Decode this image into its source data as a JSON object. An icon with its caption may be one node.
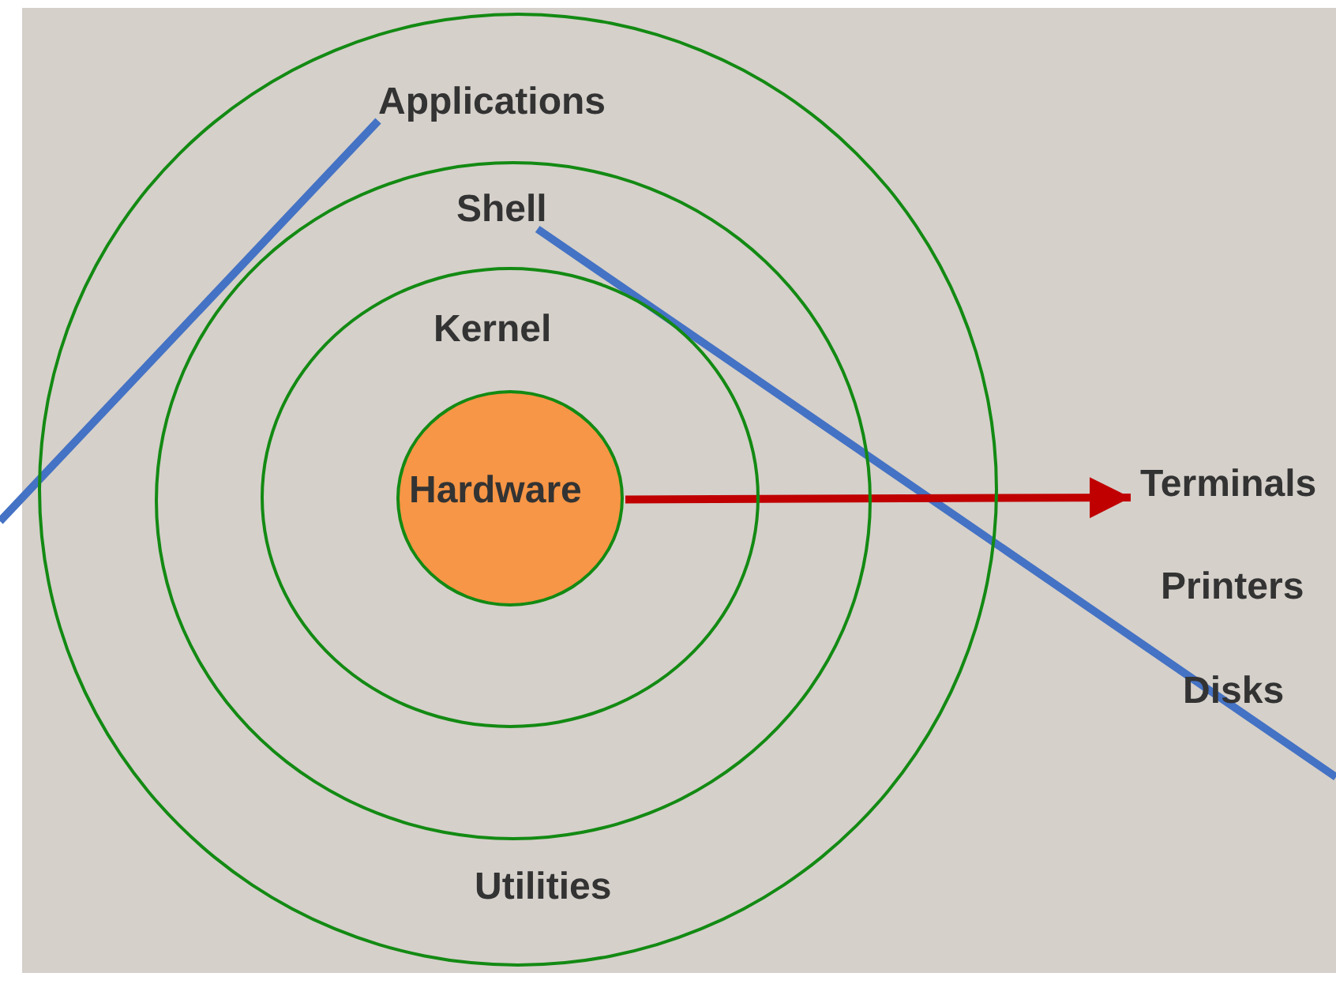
{
  "diagram": {
    "nodes": [
      {
        "text": [
          "Applications",
          "Utilities"
        ]
      },
      {
        "text": [
          "Shell"
        ],
        "in": 0
      },
      {
        "text": [
          "Kernel"
        ],
        "in": 1
      },
      {
        "text": [
          "Hardware"
        ],
        "in": 2
      },
      {
        "text": [
          "Terminals"
        ]
      }
    ],
    "edges": [
      {
        "from": 0,
        "to": null,
        "arrow": "none",
        "color": "#4472c4"
      },
      {
        "from": 1,
        "to": null,
        "arrow": "none",
        "color": "#4472c4"
      },
      {
        "from": 3,
        "to": 4,
        "arrow": "to",
        "color": "#c00000"
      }
    ],
    "labels": [
      "Printers",
      "Disks"
    ]
  }
}
